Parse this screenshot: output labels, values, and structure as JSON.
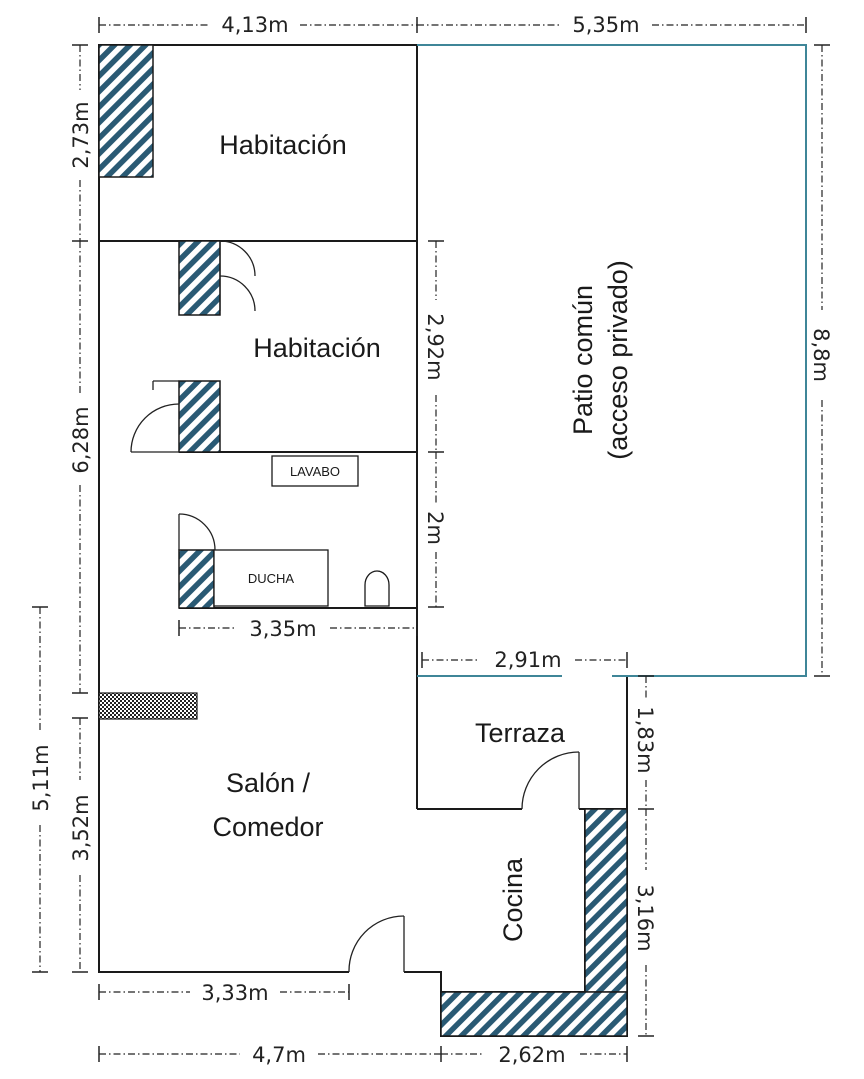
{
  "rooms": {
    "habitacion_top": "Habitación",
    "habitacion_mid": "Habitación",
    "patio_line1": "Patio común",
    "patio_line2": "(acceso privado)",
    "lavabo": "LAVABO",
    "ducha": "DUCHA",
    "terraza": "Terraza",
    "salon_line1": "Salón /",
    "salon_line2": "Comedor",
    "cocina": "Cocina"
  },
  "dimensions": {
    "top_left": "4,13m",
    "top_right": "5,35m",
    "left_top": "2,73m",
    "left_mid": "6,28m",
    "outer_left": "5,11m",
    "left_bottom": "3,52m",
    "mid_2_92": "2,92m",
    "mid_2": "2m",
    "bath_width": "3,35m",
    "patio_bottom": "2,91m",
    "right_height": "8,8m",
    "terraza_height": "1,83m",
    "cocina_height": "3,16m",
    "bottom_3_33": "3,33m",
    "bottom_4_7": "4,7m",
    "bottom_2_62": "2,62m"
  },
  "colors": {
    "walls": "#1a1a1a",
    "patio_outline": "#3f8698",
    "hatch": "#2a5a74"
  }
}
